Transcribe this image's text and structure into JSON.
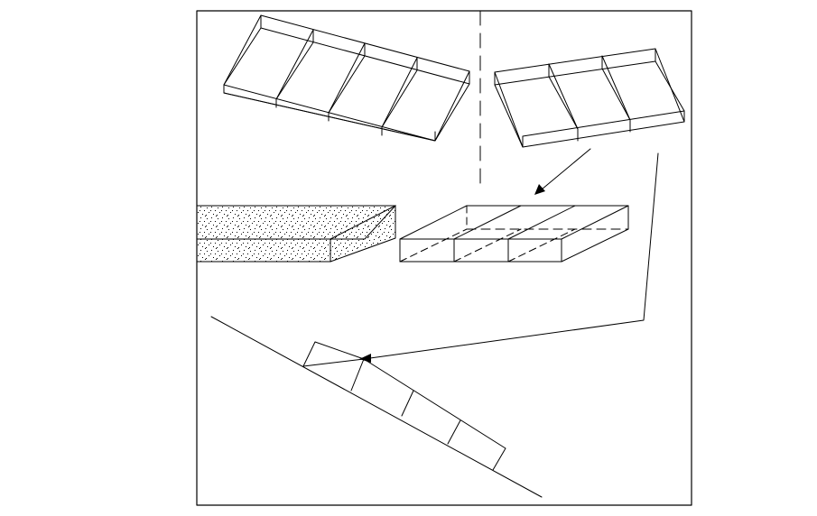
{
  "diagram": {
    "line_color": "#000000",
    "background_color": "#ffffff",
    "stipple_color": "#000000",
    "panels": [
      "gabion-box-4-cell-top-left",
      "gabion-box-3-cell-top-right",
      "filled-gabion-slab",
      "empty-gabion-box-6-cell",
      "gabions-on-slope"
    ]
  }
}
